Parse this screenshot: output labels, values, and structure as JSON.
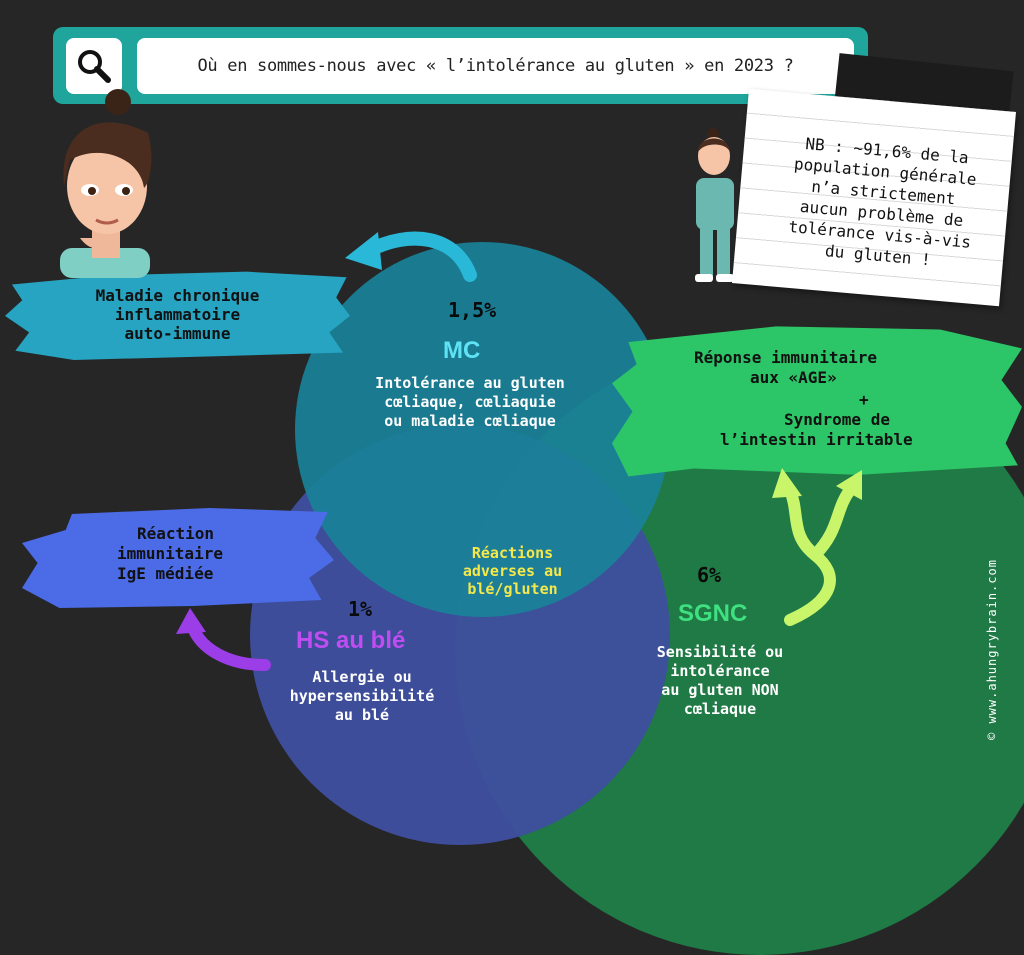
{
  "header": {
    "search_text": "Où en sommes-nous avec « l’intolérance au gluten » en 2023  ?"
  },
  "mc": {
    "brush_label": [
      "Maladie chronique",
      "inflammatoire",
      "auto-immune"
    ],
    "percent": "1,5%",
    "abbr": "MC",
    "description": [
      "Intolérance au gluten",
      "cœliaque, cœliaquie",
      "ou maladie cœliaque"
    ]
  },
  "sgnc": {
    "brush_label": [
      "Réponse immunitaire",
      "aux «AGE»",
      "+",
      "Syndrome de",
      "l’intestin irritable"
    ],
    "percent": "6%",
    "abbr": "SGNC",
    "description": [
      "Sensibilité ou",
      "intolérance",
      "au gluten NON",
      "cœliaque"
    ]
  },
  "hs": {
    "brush_label": [
      "Réaction",
      "immunitaire",
      "IgE médiée"
    ],
    "percent": "1%",
    "abbr": "HS au blé",
    "description": [
      "Allergie ou",
      "hypersensibilité",
      "au blé"
    ]
  },
  "center": {
    "label": [
      "Réactions",
      "adverses au",
      "blé/gluten"
    ]
  },
  "note": {
    "lines": [
      "NB : ~91,6% de la",
      "population générale",
      "n’a strictement",
      "aucun problème de",
      "tolérance vis-à-vis",
      "du gluten !"
    ]
  },
  "credit": "© www.ahungrybrain.com",
  "colors": {
    "background": "#262626",
    "teal_frame": "#1fa59b",
    "mc_circle": "#1a8199",
    "mc_text": "#5ee3f5",
    "sgnc_circle": "#1f7a45",
    "sgnc_text": "#3fe07f",
    "hs_circle": "#3e4f9f",
    "hs_text": "#c04cf2",
    "center_text": "#f5e84a",
    "arrow_cyan": "#29b8d8",
    "arrow_green": "#c8f56a",
    "arrow_purple": "#9b3ee8"
  },
  "icons": [
    "search-icon",
    "woman-portrait-illustration",
    "nurse-illustration",
    "curved-arrow"
  ]
}
